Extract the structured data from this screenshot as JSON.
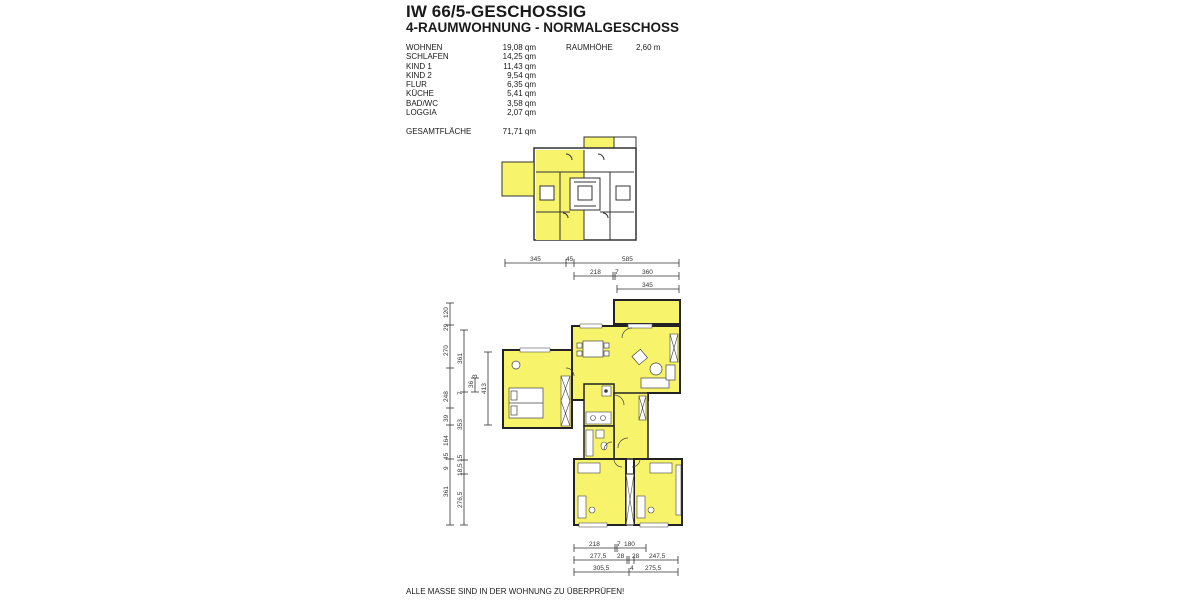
{
  "header": {
    "title": "IW 66/5-GESCHOSSIG",
    "subtitle": "4-RAUMWOHNUNG - NORMALGESCHOSS"
  },
  "rooms": [
    {
      "name": "WOHNEN",
      "area": "19,08 qm"
    },
    {
      "name": "SCHLAFEN",
      "area": "14,25 qm"
    },
    {
      "name": "KIND 1",
      "area": "11,43 qm"
    },
    {
      "name": "KIND 2",
      "area": "9,54 qm"
    },
    {
      "name": "FLUR",
      "area": "6,35 qm"
    },
    {
      "name": "KÜCHE",
      "area": "5,41 qm"
    },
    {
      "name": "BAD/WC",
      "area": "3,58 qm"
    },
    {
      "name": "LOGGIA",
      "area": "2,07 qm"
    }
  ],
  "total": {
    "label": "GESAMTFLÄCHE",
    "area": "71,71 qm"
  },
  "room_height": {
    "label": "RAUMHÖHE",
    "value": "2,60 m"
  },
  "top_dimensions": {
    "row1": [
      "345",
      "45",
      "585"
    ],
    "row2": [
      "218",
      "7",
      "360"
    ],
    "row3": [
      "345"
    ]
  },
  "left_dimensions": {
    "outer": [
      "120",
      "29",
      "270",
      "248",
      "39",
      "164",
      "45",
      "9",
      "361"
    ],
    "inner": [
      "361",
      "7",
      "353",
      "15",
      "18,5",
      "276,5"
    ],
    "bedroom": [
      "413",
      "36",
      "3"
    ]
  },
  "bottom_dimensions": {
    "row1": [
      "218",
      "7",
      "180"
    ],
    "row2": [
      "277,5",
      "28",
      "28",
      "247,5"
    ],
    "row3": [
      "305,5",
      "4",
      "275,5"
    ]
  },
  "footer": "ALLE MASSE SIND IN DER WOHNUNG ZU ÜBERPRÜFEN!",
  "colors": {
    "apartment_fill": "#f7f36a",
    "wall": "#222222",
    "background": "#ffffff"
  }
}
